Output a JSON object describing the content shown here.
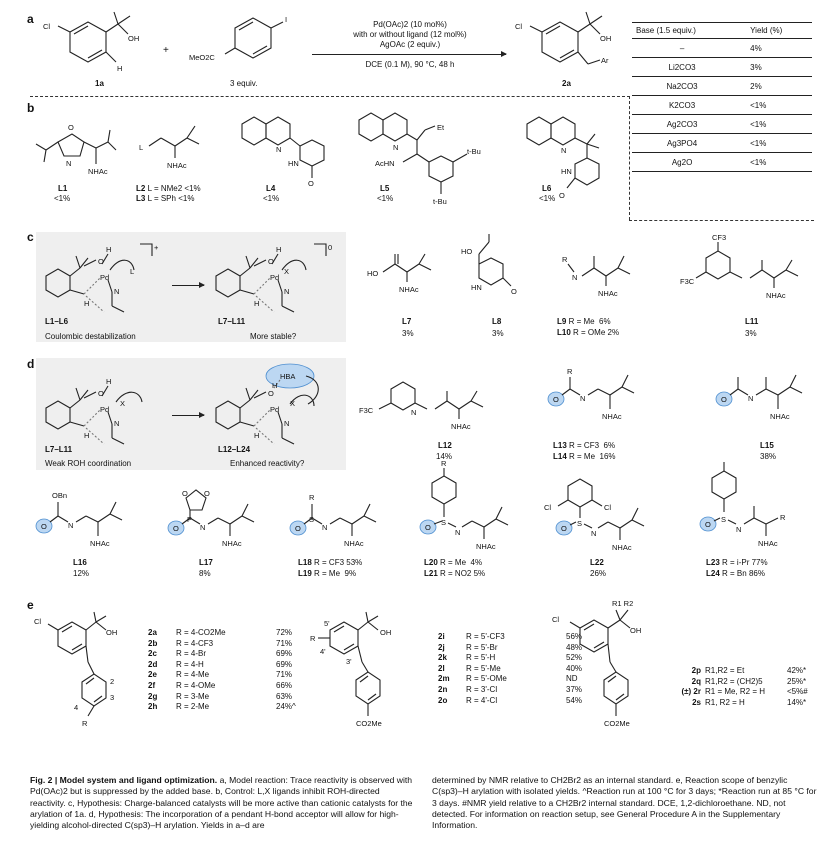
{
  "panels": {
    "a": "a",
    "b": "b",
    "c": "c",
    "d": "d",
    "e": "e"
  },
  "panel_a": {
    "sm_label": "1a",
    "reagent_label": "3 equiv.",
    "reagent_group": "MeO2C",
    "conditions_line1": "Pd(OAc)2 (10 mol%)",
    "conditions_line2": "with or without ligand (12 mol%)",
    "conditions_line3": "AgOAc (2 equiv.)",
    "conditions_line4": "DCE (0.1 M), 90 °C, 48 h",
    "product_label": "2a",
    "plus": "+",
    "atoms": {
      "cl": "Cl",
      "oh": "OH",
      "h": "H",
      "i": "I",
      "ar": "Ar"
    }
  },
  "base_table": {
    "headers": [
      "Base (1.5 equiv.)",
      "Yield (%)"
    ],
    "rows": [
      [
        "–",
        "4%"
      ],
      [
        "Li2CO3",
        "3%"
      ],
      [
        "Na2CO3",
        "2%"
      ],
      [
        "K2CO3",
        "<1%"
      ],
      [
        "Ag2CO3",
        "<1%"
      ],
      [
        "Ag3PO4",
        "<1%"
      ],
      [
        "Ag2O",
        "<1%"
      ]
    ]
  },
  "panel_b": {
    "L1": {
      "name": "L1",
      "yield": "<1%"
    },
    "L2": {
      "name": "L2",
      "desc": "L = NMe2",
      "yield": "<1%"
    },
    "L3": {
      "name": "L3",
      "desc": "L = SPh",
      "yield": "<1%"
    },
    "L4": {
      "name": "L4",
      "yield": "<1%"
    },
    "L5": {
      "name": "L5",
      "yield": "<1%"
    },
    "L6": {
      "name": "L6",
      "yield": "<1%"
    },
    "atoms": {
      "nhac": "NHAc",
      "acnh": "AcHN",
      "l": "L",
      "hn": "HN",
      "et": "Et",
      "tbu": "t-Bu",
      "o": "O",
      "n": "N"
    }
  },
  "panel_c": {
    "left_label": "L1–L6",
    "left_caption": "Coulombic destabilization",
    "right_label": "L7–L11",
    "right_caption": "More stable?",
    "charge_left": "+",
    "charge_right": "0",
    "L7": {
      "name": "L7",
      "yield": "3%"
    },
    "L8": {
      "name": "L8",
      "yield": "3%"
    },
    "L9": {
      "name": "L9",
      "desc": "R = Me",
      "yield": "6%"
    },
    "L10": {
      "name": "L10",
      "desc": "R = OMe",
      "yield": "2%"
    },
    "L11": {
      "name": "L11",
      "yield": "3%"
    },
    "atoms": {
      "pd": "Pd",
      "h": "H",
      "o": "O",
      "l": "L",
      "x": "X",
      "n": "N",
      "ho": "HO",
      "cf3": "CF3",
      "f3c": "F3C",
      "r": "R"
    }
  },
  "panel_d": {
    "left_label": "L7–L11",
    "left_caption": "Weak ROH coordination",
    "right_label": "L12–L24",
    "right_caption": "Enhanced reactivity?",
    "hba": "HBA",
    "L12": {
      "name": "L12",
      "yield": "14%"
    },
    "L13": {
      "name": "L13",
      "desc": "R = CF3",
      "yield": "6%"
    },
    "L14": {
      "name": "L14",
      "desc": "R = Me",
      "yield": "16%"
    },
    "L15": {
      "name": "L15",
      "yield": "38%"
    },
    "L16": {
      "name": "L16",
      "yield": "12%"
    },
    "L17": {
      "name": "L17",
      "yield": "8%"
    },
    "L18": {
      "name": "L18",
      "desc": "R = CF3",
      "yield": "53%"
    },
    "L19": {
      "name": "L19",
      "desc": "R = Me",
      "yield": "9%"
    },
    "L20": {
      "name": "L20",
      "desc": "R = Me",
      "yield": "4%"
    },
    "L21": {
      "name": "L21",
      "desc": "R = NO2",
      "yield": "5%"
    },
    "L22": {
      "name": "L22",
      "yield": "26%"
    },
    "L23": {
      "name": "L23",
      "desc": "R = i-Pr",
      "yield": "77%"
    },
    "L24": {
      "name": "L24",
      "desc": "R = Bn",
      "yield": "86%"
    },
    "atoms": {
      "obn": "OBn",
      "s": "S",
      "p": "P",
      "o": "O",
      "cl": "Cl",
      "r": "R",
      "nhac": "NHAc"
    }
  },
  "panel_e": {
    "group1": [
      [
        "2a",
        "R = 4-CO2Me",
        "72%"
      ],
      [
        "2b",
        "R = 4-CF3",
        "71%"
      ],
      [
        "2c",
        "R = 4-Br",
        "69%"
      ],
      [
        "2d",
        "R = 4-H",
        "69%"
      ],
      [
        "2e",
        "R = 4-Me",
        "71%"
      ],
      [
        "2f",
        "R = 4-OMe",
        "66%"
      ],
      [
        "2g",
        "R = 3-Me",
        "63%"
      ],
      [
        "2h",
        "R = 2-Me",
        "24%^"
      ]
    ],
    "group2": [
      [
        "2i",
        "R = 5'-CF3",
        "56%"
      ],
      [
        "2j",
        "R = 5'-Br",
        "48%"
      ],
      [
        "2k",
        "R = 5'-H",
        "52%"
      ],
      [
        "2l",
        "R = 5'-Me",
        "40%"
      ],
      [
        "2m",
        "R = 5'-OMe",
        "ND"
      ],
      [
        "2n",
        "R = 3'-Cl",
        "37%"
      ],
      [
        "2o",
        "R = 4'-Cl",
        "54%"
      ]
    ],
    "group3": [
      [
        "2p",
        "R1,R2 = Et",
        "42%*"
      ],
      [
        "2q",
        "R1,R2 = (CH2)5",
        "25%*"
      ],
      [
        "(±) 2r",
        "R1 = Me, R2 = H",
        "<5%#"
      ],
      [
        "2s",
        "R1, R2 = H",
        "14%*"
      ]
    ],
    "atoms": {
      "cl": "Cl",
      "oh": "OH",
      "r": "R",
      "co2me": "CO2Me",
      "r1r2": "R1  R2",
      "n2": "2",
      "n3": "3",
      "n4": "4",
      "p5": "5'",
      "p4": "4'",
      "p3": "3'"
    }
  },
  "caption": {
    "fig": "Fig. 2 | Model system and ligand optimization.",
    "col1": " a, Model reaction: Trace reactivity is observed with Pd(OAc)2 but is suppressed by the added base. b, Control: L,X ligands inhibit ROH-directed reactivity. c, Hypothesis: Charge-balanced catalysts will be more active than cationic catalysts for the arylation of 1a. d, Hypothesis: The incorporation of a pendant H-bond acceptor will allow for high-yielding alcohol-directed C(sp3)–H arylation. Yields in a–d are",
    "col2": "determined by NMR relative to CH2Br2 as an internal standard. e, Reaction scope of benzylic C(sp3)–H arylation with isolated yields. ^Reaction run at 100 °C for 3 days; *Reaction run at 85 °C for 3 days. #NMR yield relative to a CH2Br2 internal standard. DCE, 1,2-dichloroethane. ND, not detected. For information on reaction setup, see General Procedure A in the Supplementary Information."
  }
}
